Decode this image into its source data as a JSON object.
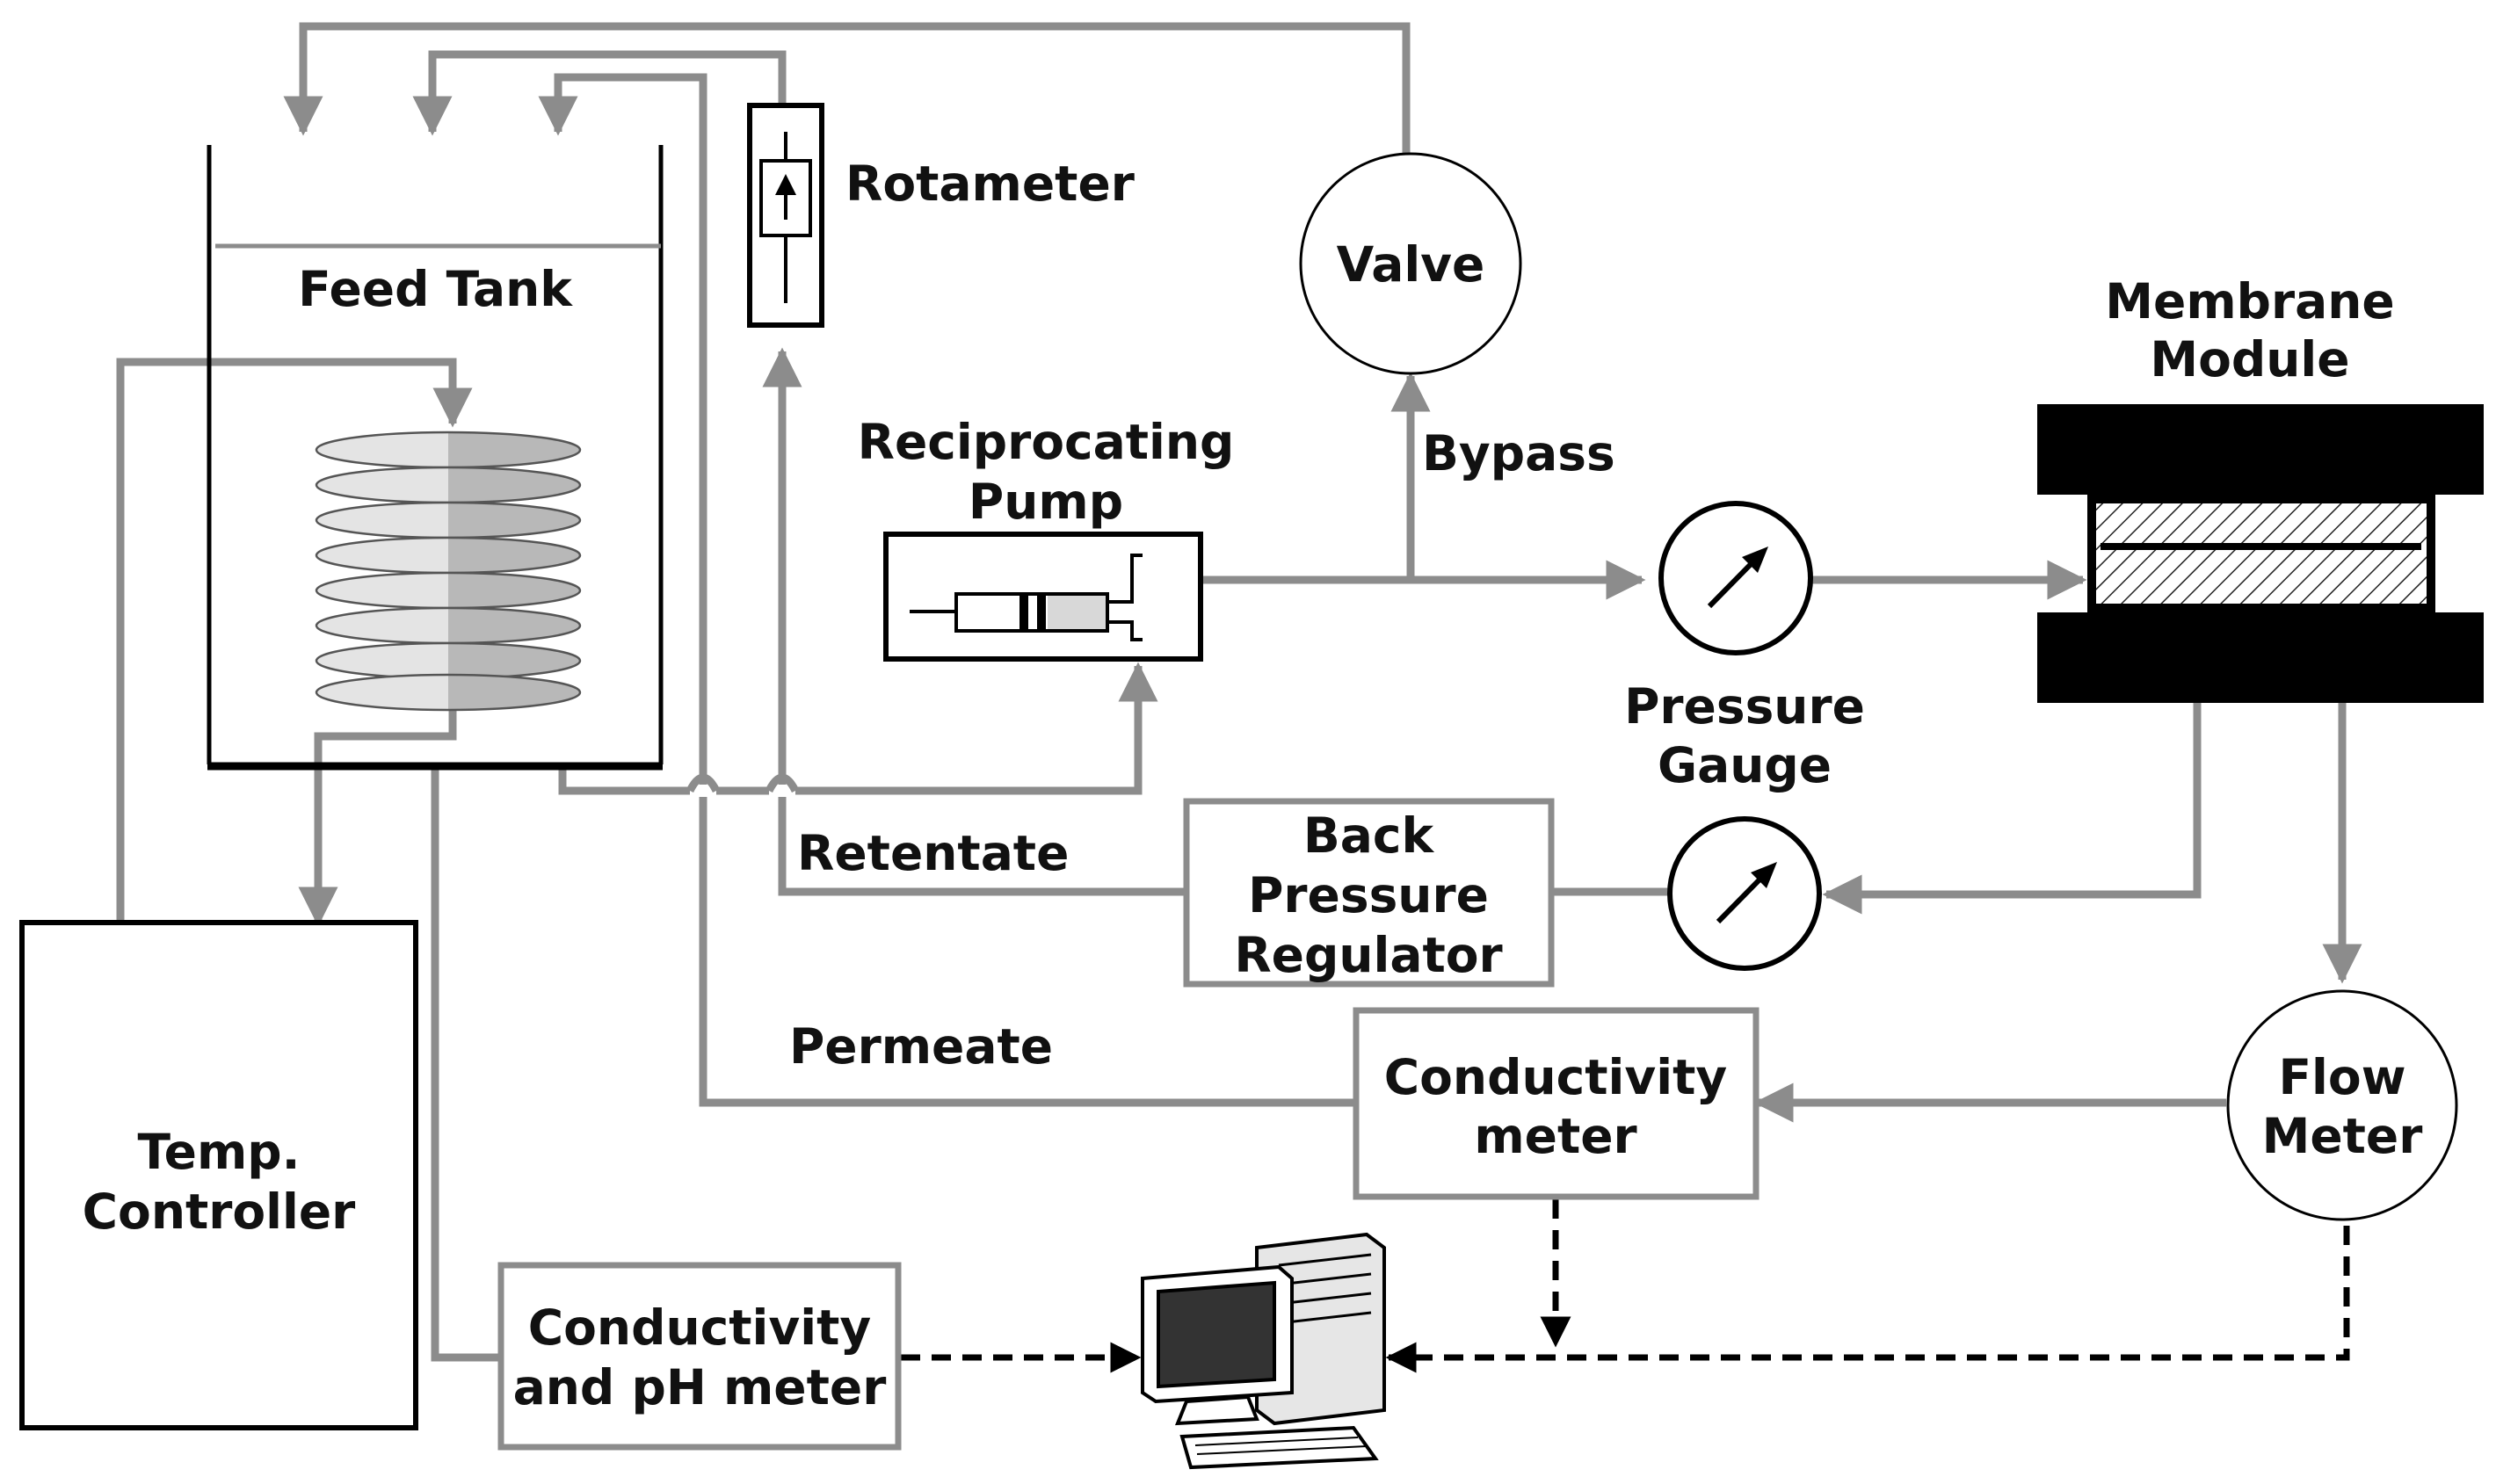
{
  "labels": {
    "feed_tank": "Feed Tank",
    "rotameter": "Rotameter",
    "valve": "Valve",
    "membrane_line1": "Membrane",
    "membrane_line2": "Module",
    "pump_line1": "Reciprocating",
    "pump_line2": "Pump",
    "bypass": "Bypass",
    "pressure_gauge_line1": "Pressure",
    "pressure_gauge_line2": "Gauge",
    "retentate": "Retentate",
    "bpr_line1": "Back",
    "bpr_line2": "Pressure",
    "bpr_line3": "Regulator",
    "permeate": "Permeate",
    "conductivity_line1": "Conductivity",
    "conductivity_line2": "meter",
    "flow_meter_line1": "Flow",
    "flow_meter_line2": "Meter",
    "temp_line1": "Temp.",
    "temp_line2": "Controller",
    "cph_line1": "Conductivity",
    "cph_line2": "and pH meter"
  },
  "colors": {
    "pipe": "#8c8c8c",
    "signal": "#000000",
    "outline": "#000000",
    "box_border": "#8c8c8c",
    "membrane_plate": "#000000",
    "coil_light": "#e4e4e4",
    "coil_dark": "#b8b8b8",
    "screen": "#333333"
  },
  "icons": [
    "heating-coil-icon",
    "rotameter-icon",
    "syringe-pump-icon",
    "pressure-gauge-icon",
    "computer-icon"
  ]
}
